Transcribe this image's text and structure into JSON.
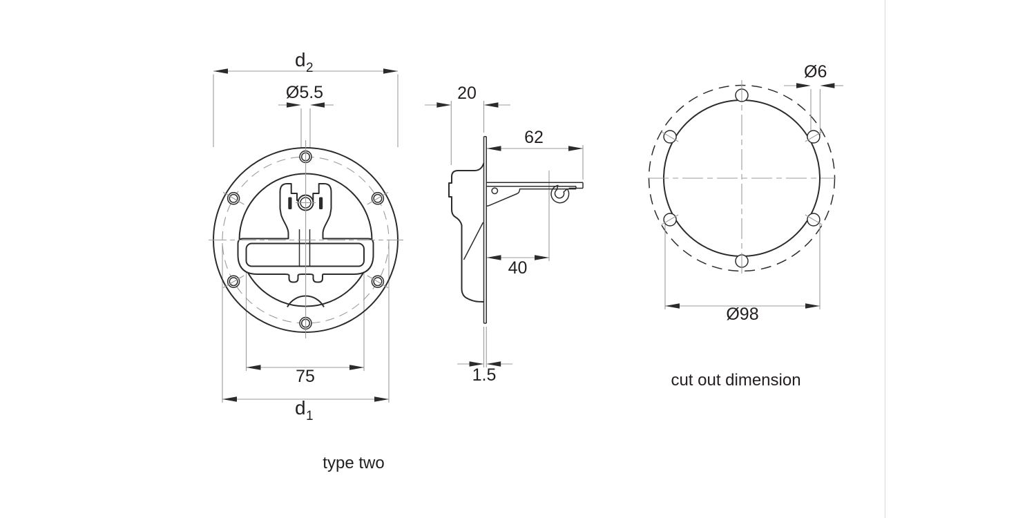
{
  "drawing": {
    "front_view": {
      "caption": "type two",
      "dim_flange_outer": {
        "base": "d",
        "sub": "2"
      },
      "dim_hole": "Ø5.5",
      "dim_handle_width": "75",
      "dim_flange_inner": {
        "base": "d",
        "sub": "1"
      }
    },
    "side_view": {
      "dim_cup_depth": "20",
      "dim_arm_length": "62",
      "dim_hook_reach": "40",
      "dim_flange_thickness": "1.5"
    },
    "cutout_view": {
      "caption": "cut out dimension",
      "dim_screw_hole": "Ø6",
      "dim_cutout_diameter": "Ø98"
    },
    "colors": {
      "line": "#2b2b2b",
      "dim_line": "#9b9b9b",
      "text": "#231f20",
      "background": "#ffffff"
    }
  }
}
